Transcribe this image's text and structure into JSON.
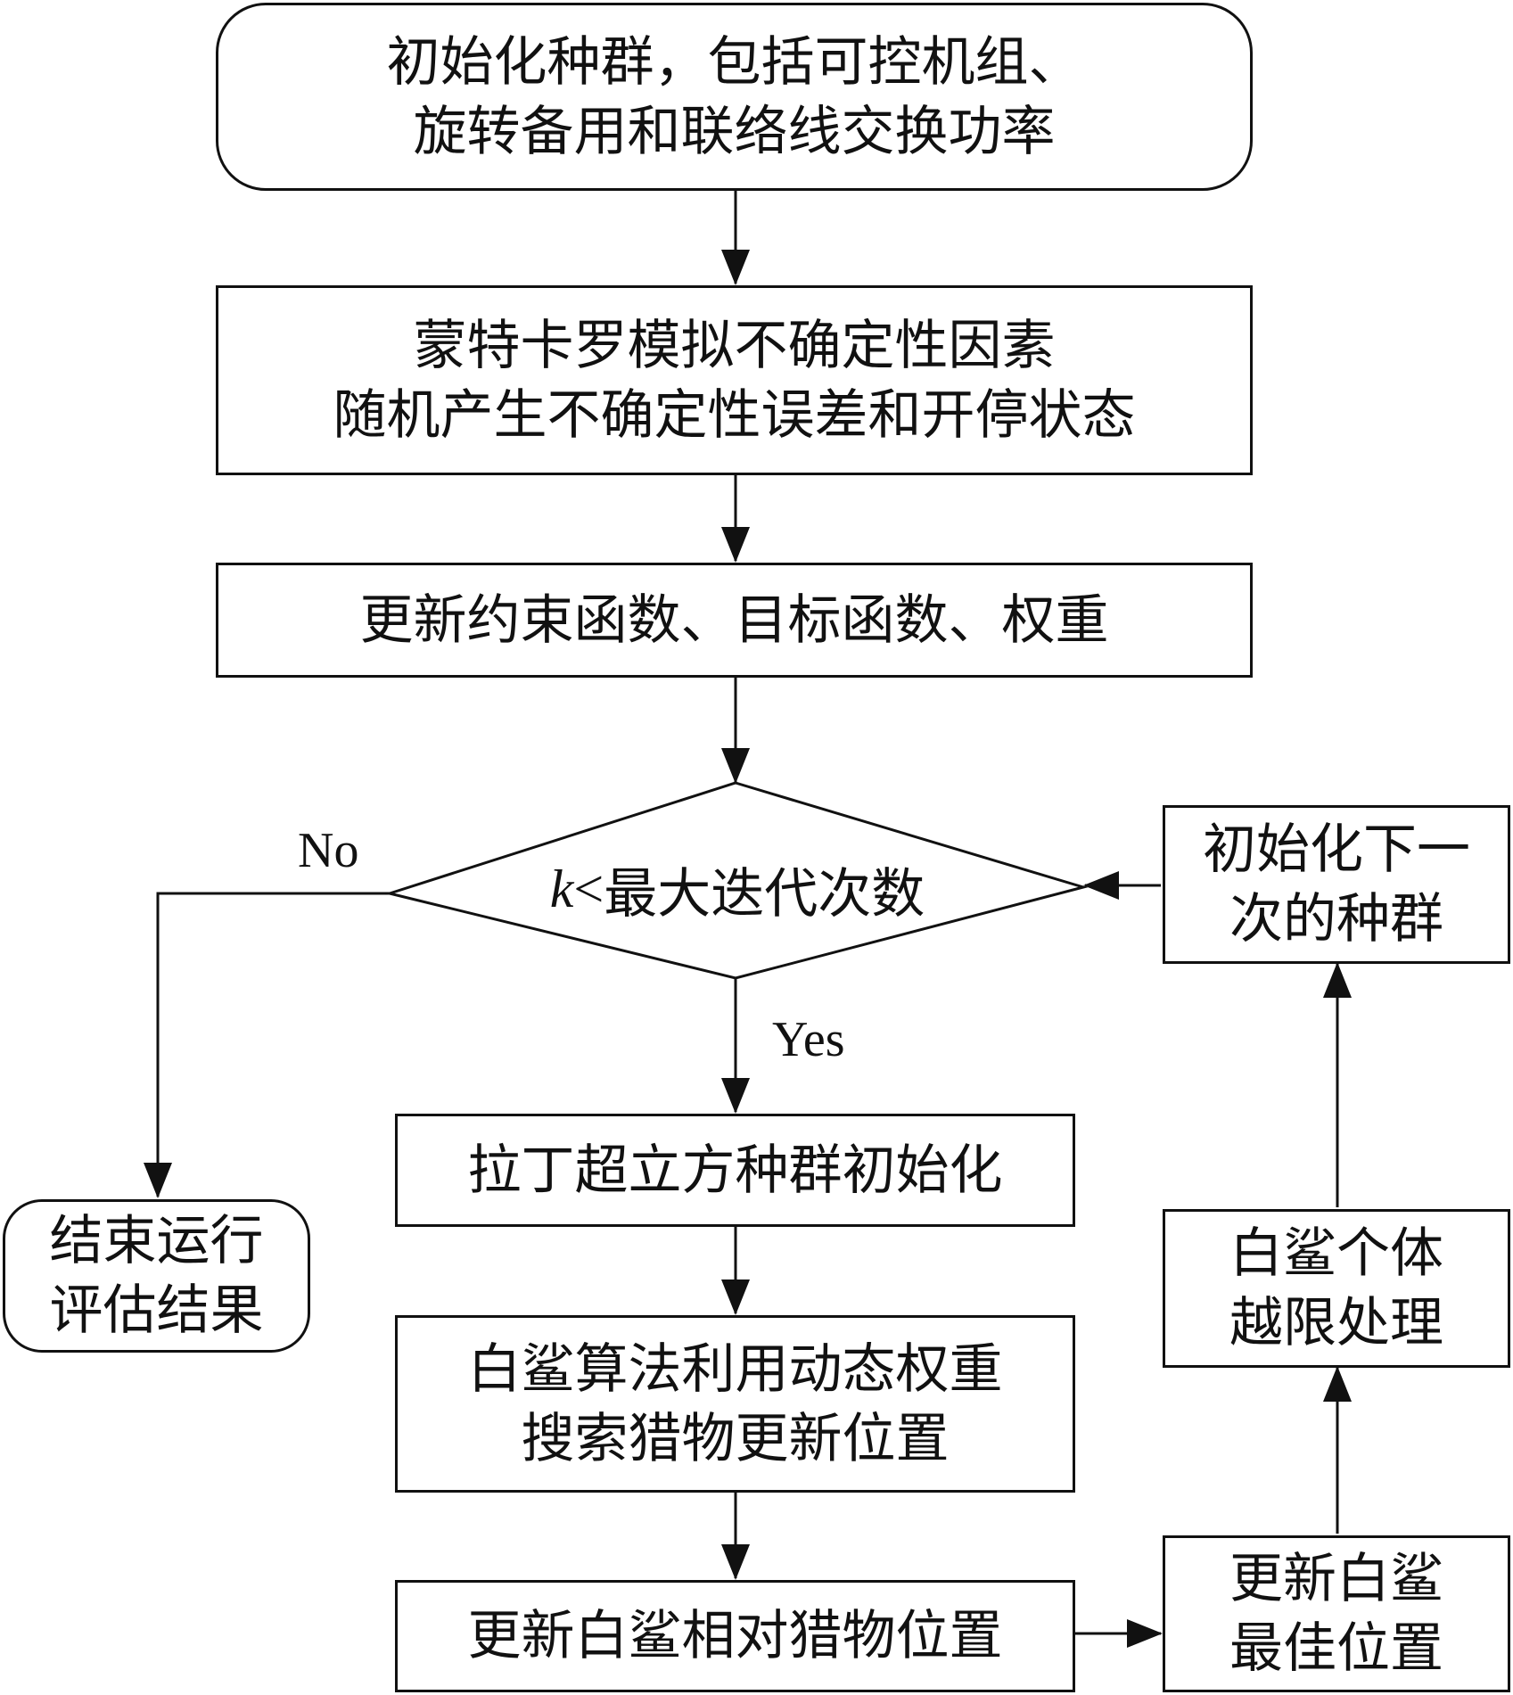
{
  "nodes": {
    "init_population": {
      "line1": "初始化种群，包括可控机组、",
      "line2": "旋转备用和联络线交换功率"
    },
    "monte_carlo": {
      "line1": "蒙特卡罗模拟不确定性因素",
      "line2": "随机产生不确定性误差和开停状态"
    },
    "update_functions": {
      "line1": "更新约束函数、目标函数、权重"
    },
    "decision": {
      "var": "k",
      "op": "<",
      "text": "最大迭代次数"
    },
    "end_run": {
      "line1": "结束运行",
      "line2": "评估结果"
    },
    "latin_hypercube": {
      "line1": "拉丁超立方种群初始化"
    },
    "wso_search": {
      "line1": "白鲨算法利用动态权重",
      "line2": "搜索猎物更新位置"
    },
    "update_relative": {
      "line1": "更新白鲨相对猎物位置"
    },
    "update_best": {
      "line1": "更新白鲨",
      "line2": "最佳位置"
    },
    "boundary_handling": {
      "line1": "白鲨个体",
      "line2": "越限处理"
    },
    "init_next": {
      "line1": "初始化下一",
      "line2": "次的种群"
    }
  },
  "edge_labels": {
    "no": "No",
    "yes": "Yes"
  }
}
